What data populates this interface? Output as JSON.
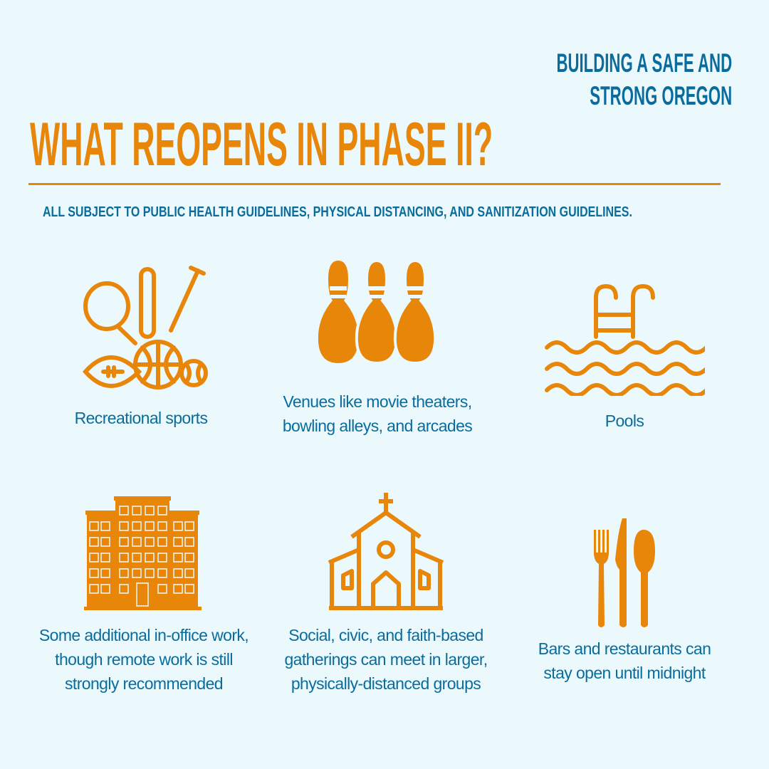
{
  "header": {
    "tagline_line1": "BUILDING A SAFE AND",
    "tagline_line2": "STRONG OREGON",
    "title": "WHAT REOPENS IN PHASE II?",
    "subtitle": "ALL SUBJECT TO PUBLIC HEALTH GUIDELINES, PHYSICAL DISTANCING, AND SANITIZATION GUIDELINES."
  },
  "items": [
    {
      "icon": "sports-equipment-icon",
      "lines": [
        "Recreational sports"
      ]
    },
    {
      "icon": "bowling-pins-icon",
      "lines": [
        "Venues like movie theaters,",
        "bowling alleys, and arcades"
      ]
    },
    {
      "icon": "pool-icon",
      "lines": [
        "Pools"
      ]
    },
    {
      "icon": "office-building-icon",
      "lines": [
        "Some additional in-office work,",
        "though remote work is still",
        "strongly recommended"
      ]
    },
    {
      "icon": "church-icon",
      "lines": [
        "Social, civic, and faith-based",
        "gatherings can meet in larger,",
        "physically-distanced groups"
      ]
    },
    {
      "icon": "cutlery-icon",
      "lines": [
        "Bars and restaurants can",
        "stay open until midnight"
      ]
    }
  ],
  "colors": {
    "background": "#ebf9fd",
    "orange": "#e8860a",
    "blue": "#0a6c9c"
  }
}
